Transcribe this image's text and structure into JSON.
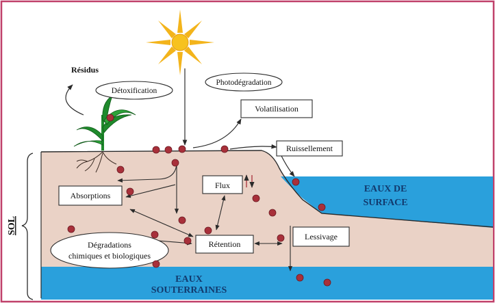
{
  "labels": {
    "residus": "Résidus",
    "detoxification": "Détoxification",
    "photodegradation": "Photodégradation",
    "volatilisation": "Volatilisation",
    "ruissellement": "Ruissellement",
    "eaux_surface_line1": "EAUX DE",
    "eaux_surface_line2": "SURFACE",
    "flux": "Flux",
    "absorptions": "Absorptions",
    "lessivage": "Lessivage",
    "retention": "Rétention",
    "degradations_line1": "Dégradations",
    "degradations_line2": "chimiques et biologiques",
    "eaux_souterraines_line1": "EAUX",
    "eaux_souterraines_line2": "SOUTERRAINES",
    "sol": "SOL"
  },
  "colors": {
    "frame": "#c0406a",
    "soil": "#ead2c6",
    "water": "#2aa0dc",
    "particle": "#a8303a",
    "sun": "#f3b41b",
    "plant": "#1f8a2c",
    "outline": "#2a2a2a"
  },
  "icons": [
    "sun-icon",
    "plant-icon",
    "pesticide-particle-icon"
  ]
}
